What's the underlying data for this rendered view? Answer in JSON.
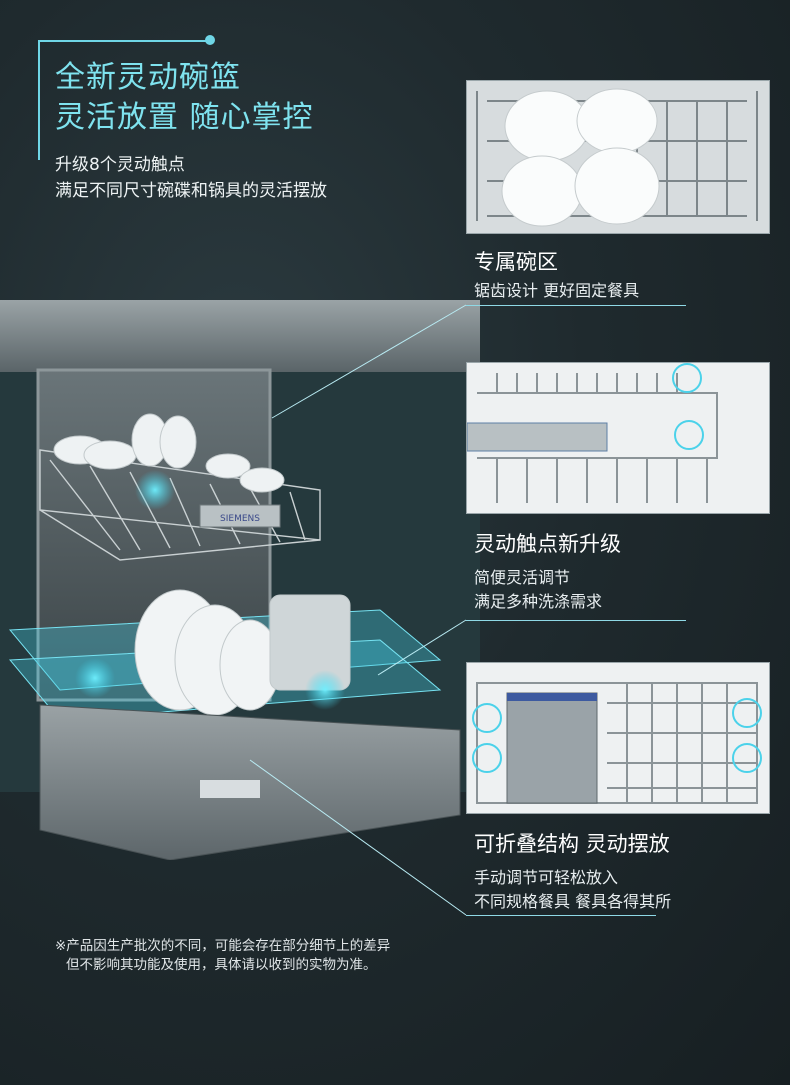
{
  "headline": {
    "line1": "全新灵动碗篮",
    "line2": "灵活放置 随心掌控"
  },
  "intro": {
    "line1": "升级8个灵动触点",
    "line2": "满足不同尺寸碗碟和锅具的灵活摆放"
  },
  "features": [
    {
      "title": "专属碗区",
      "desc": [
        "锯齿设计 更好固定餐具"
      ]
    },
    {
      "title": "灵动触点新升级",
      "desc": [
        "简便灵活调节",
        "满足多种洗涤需求"
      ]
    },
    {
      "title": "可折叠结构 灵动摆放",
      "desc": [
        "手动调节可轻松放入",
        "不同规格餐具  餐具各得其所"
      ]
    }
  ],
  "rack_label": "SIEMENS",
  "disclaimer": {
    "line1": "※产品因生产批次的不同，可能会存在部分细节上的差异",
    "line2": "但不影响其功能及使用，具体请以收到的实物为准。"
  },
  "colors": {
    "accent": "#7fe3ef",
    "background": "#1f2a2e",
    "line": "#8fd9e6"
  }
}
